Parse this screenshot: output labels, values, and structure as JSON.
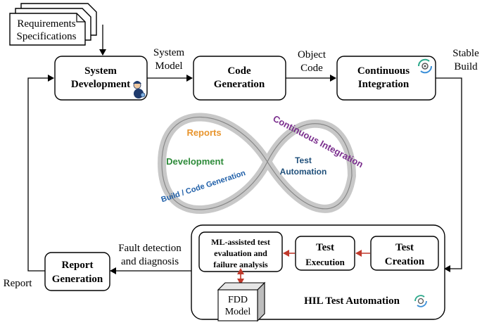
{
  "input_doc": {
    "line1": "Requirements",
    "line2": "Specifications"
  },
  "boxes": {
    "system_development": {
      "line1": "System",
      "line2": "Development"
    },
    "code_generation": {
      "line1": "Code",
      "line2": "Generation"
    },
    "continuous_integration": {
      "line1": "Continuous",
      "line2": "Integration"
    },
    "report_generation": {
      "line1": "Report",
      "line2": "Generation"
    },
    "test_creation": {
      "line1": "Test",
      "line2": "Creation"
    },
    "test_execution": {
      "line1": "Test",
      "line2": "Execution"
    },
    "ml_evaluation": {
      "line1": "ML-assisted test",
      "line2": "evaluation and",
      "line3": "failure analysis"
    },
    "fdd_model": {
      "line1": "FDD",
      "line2": "Model"
    },
    "hil_title": "HIL Test Automation"
  },
  "edge_labels": {
    "system_model": {
      "line1": "System",
      "line2": "Model"
    },
    "object_code": {
      "line1": "Object",
      "line2": "Code"
    },
    "stable_build": {
      "line1": "Stable",
      "line2": "Build"
    },
    "fault_detection": {
      "line1": "Fault detection",
      "line2": "and diagnosis"
    },
    "report": "Report"
  },
  "loop_labels": {
    "reports": "Reports",
    "development": "Development",
    "build_code_generation": "Build / Code Generation",
    "continuous_integration": "Continuous Integration",
    "test_automation": {
      "line1": "Test",
      "line2": "Automation"
    }
  },
  "colors": {
    "reports": "#e8952e",
    "development": "#2e8b3a",
    "build": "#1f5fa8",
    "continuous_integration": "#7b2f8e",
    "test_automation": "#1f4f7a",
    "loop_stroke": "#c8c8c8",
    "red_arrow": "#c0392b"
  },
  "icons": [
    "engineer-icon",
    "gear-cycle-icon"
  ]
}
